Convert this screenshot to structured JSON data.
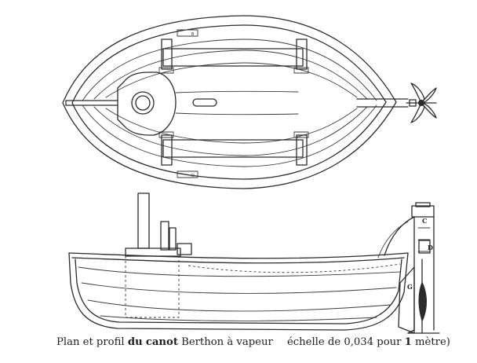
{
  "caption": {
    "part1": "Plan et profil",
    "part2": "du",
    "part3": "canot",
    "part4": "Berthon à vapeur",
    "part5": "échelle de 0,034 pour",
    "part6": "1",
    "part7": "mètre)"
  },
  "labels": {
    "plan_tag_top": "B",
    "plan_tag_bottom": "D",
    "profile_c": "C",
    "profile_d": "D",
    "profile_g": "G"
  }
}
